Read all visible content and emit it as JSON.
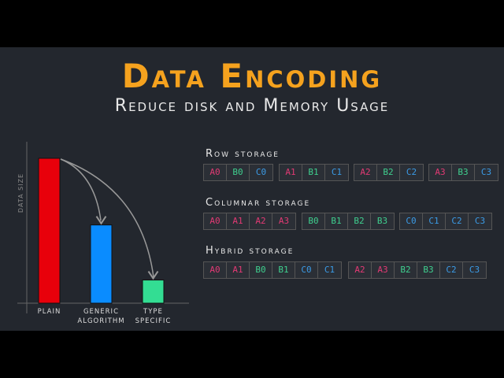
{
  "header": {
    "title": "Data Encoding",
    "subtitle": "Reduce disk and Memory Usage"
  },
  "colors": {
    "title": "#f5a21e",
    "A": "#e23a74",
    "B": "#3fcf8e",
    "C": "#3b9be6",
    "plain": "#e8000b",
    "generic": "#0a8cff",
    "type_specific": "#33dd93"
  },
  "chart_data": {
    "type": "bar",
    "ylabel": "Data Size",
    "categories": [
      "Plain",
      "Generic Algorithm",
      "Type Specific"
    ],
    "category_lines": [
      [
        "Plain"
      ],
      [
        "Generic",
        "Algorithm"
      ],
      [
        "Type",
        "Specific"
      ]
    ],
    "values": [
      100,
      54,
      16
    ],
    "arrows": [
      [
        "Plain",
        "Generic Algorithm"
      ],
      [
        "Plain",
        "Type Specific"
      ]
    ]
  },
  "storage": [
    {
      "label": "Row storage",
      "groups": [
        [
          "A0",
          "B0",
          "C0"
        ],
        [
          "A1",
          "B1",
          "C1"
        ],
        [
          "A2",
          "B2",
          "C2"
        ],
        [
          "A3",
          "B3",
          "C3"
        ]
      ]
    },
    {
      "label": "Columnar storage",
      "groups": [
        [
          "A0",
          "A1",
          "A2",
          "A3"
        ],
        [
          "B0",
          "B1",
          "B2",
          "B3"
        ],
        [
          "C0",
          "C1",
          "C2",
          "C3"
        ]
      ]
    },
    {
      "label": "Hybrid storage",
      "groups": [
        [
          "A0",
          "A1",
          "B0",
          "B1",
          "C0",
          "C1"
        ],
        [
          "A2",
          "A3",
          "B2",
          "B3",
          "C2",
          "C3"
        ]
      ]
    }
  ]
}
